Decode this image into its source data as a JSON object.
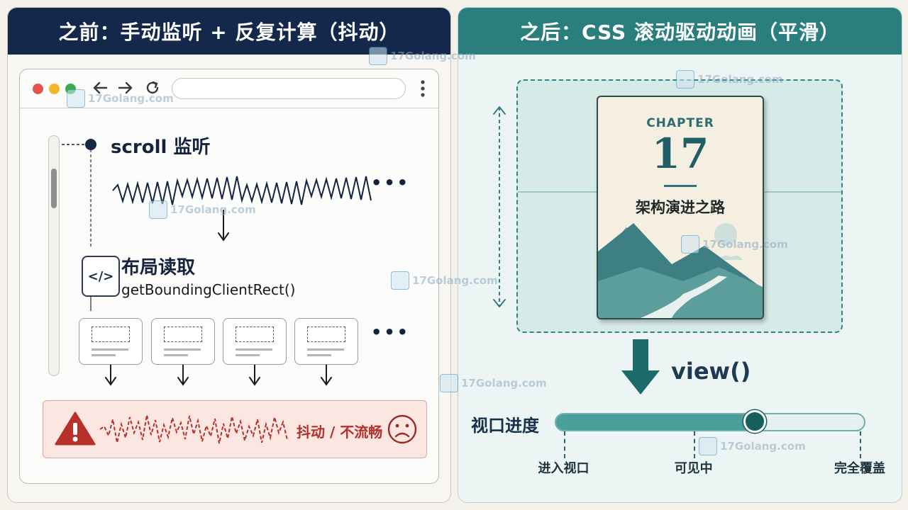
{
  "left": {
    "title": "之前：手动监听 + 反复计算（抖动）",
    "scroll_label": "scroll 监听",
    "layout_label": "布局读取",
    "layout_fn": "getBoundingClientRect()",
    "code_icon": "</>",
    "ellipsis": "•••",
    "jank_text": "抖动 / 不流畅",
    "icons": [
      "close-dot",
      "minimize-dot",
      "maximize-dot",
      "back-arrow-icon",
      "forward-arrow-icon",
      "reload-icon",
      "menu-dots-icon",
      "warning-icon",
      "sad-face-icon"
    ],
    "colors": {
      "header": "#13284a",
      "warning": "#b1322a"
    }
  },
  "right": {
    "title": "之后：CSS 滚动驱动动画（平滑）",
    "chapter_label": "CHAPTER",
    "chapter_number": "17",
    "book_title": "架构演进之路",
    "view_fn": "view()",
    "progress_label": "视口进度",
    "progress_value": 0.65,
    "ticks": [
      {
        "label": "进入视口",
        "pos": 0.02
      },
      {
        "label": "可见中",
        "pos": 0.45
      },
      {
        "label": "完全覆盖",
        "pos": 1.0
      }
    ],
    "colors": {
      "header": "#2a7e7e",
      "accent": "#155f5f"
    }
  },
  "watermark": {
    "text": "17Golang.com"
  }
}
